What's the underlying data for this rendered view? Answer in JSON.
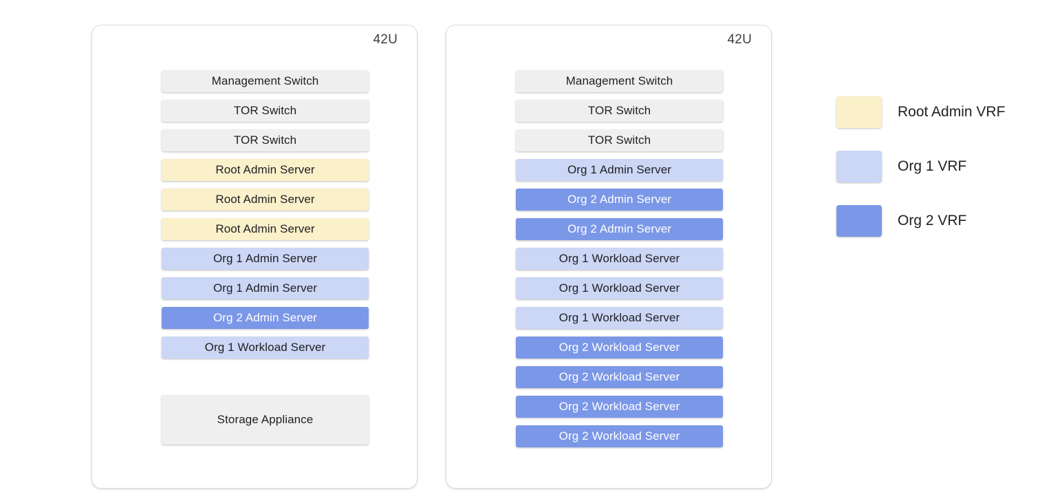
{
  "colors": {
    "neutral": "#efefef",
    "root_admin_vrf": "#faf0ca",
    "org1_vrf": "#ccd6f5",
    "org2_vrf": "#7b97e8",
    "power_cable": "#c0352b",
    "network_cable": "#58595b",
    "rack_border": "#dcdcdc",
    "text_dark": "#202124",
    "text_light": "#ffffff"
  },
  "racks": [
    {
      "id": "rack-1",
      "capacity_label": "42U",
      "devices": [
        {
          "label": "Management Switch",
          "vrf": "neutral"
        },
        {
          "label": "TOR Switch",
          "vrf": "neutral"
        },
        {
          "label": "TOR Switch",
          "vrf": "neutral"
        },
        {
          "label": "Root Admin Server",
          "vrf": "root"
        },
        {
          "label": "Root Admin Server",
          "vrf": "root"
        },
        {
          "label": "Root Admin Server",
          "vrf": "root"
        },
        {
          "label": "Org 1 Admin Server",
          "vrf": "org1"
        },
        {
          "label": "Org 1 Admin Server",
          "vrf": "org1"
        },
        {
          "label": "Org 2 Admin Server",
          "vrf": "org2"
        },
        {
          "label": "Org 1 Workload Server",
          "vrf": "org1"
        },
        {
          "label": "Storage Appliance",
          "vrf": "neutral"
        }
      ]
    },
    {
      "id": "rack-2",
      "capacity_label": "42U",
      "devices": [
        {
          "label": "Management Switch",
          "vrf": "neutral"
        },
        {
          "label": "TOR Switch",
          "vrf": "neutral"
        },
        {
          "label": "TOR Switch",
          "vrf": "neutral"
        },
        {
          "label": "Org 1 Admin Server",
          "vrf": "org1"
        },
        {
          "label": "Org 2 Admin Server",
          "vrf": "org2"
        },
        {
          "label": "Org 2 Admin Server",
          "vrf": "org2"
        },
        {
          "label": "Org 1 Workload Server",
          "vrf": "org1"
        },
        {
          "label": "Org 1 Workload Server",
          "vrf": "org1"
        },
        {
          "label": "Org 1 Workload Server",
          "vrf": "org1"
        },
        {
          "label": "Org 2 Workload Server",
          "vrf": "org2"
        },
        {
          "label": "Org 2 Workload Server",
          "vrf": "org2"
        },
        {
          "label": "Org 2 Workload Server",
          "vrf": "org2"
        },
        {
          "label": "Org 2 Workload Server",
          "vrf": "org2"
        }
      ]
    }
  ],
  "legend": {
    "items": [
      {
        "label": "Root Admin VRF",
        "vrf": "root",
        "color": "#faf0ca"
      },
      {
        "label": "Org 1 VRF",
        "vrf": "org1",
        "color": "#ccd6f5"
      },
      {
        "label": "Org 2 VRF",
        "vrf": "org2",
        "color": "#7b97e8"
      }
    ]
  }
}
